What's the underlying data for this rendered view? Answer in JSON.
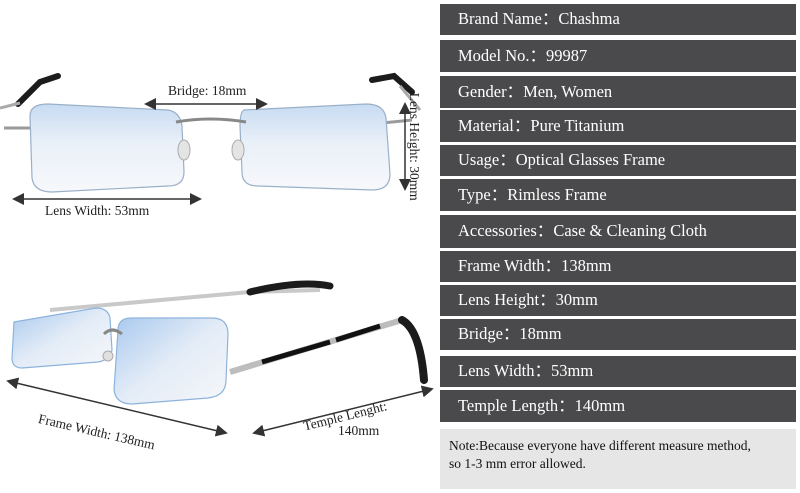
{
  "left": {
    "top_view": {
      "bridge": "Bridge: 18mm",
      "lens_height": "Lens Height: 30mm",
      "lens_width": "Lens Width: 53mm"
    },
    "side_view": {
      "frame_width": "Frame Width:  138mm",
      "temple_length_line1": "Temple Lenght:",
      "temple_length_line2": "140mm"
    }
  },
  "specs": [
    {
      "label": "Brand Name：",
      "value": "Chashma"
    },
    {
      "label": "Model No.：",
      "value": "99987"
    },
    {
      "label": "Gender：",
      "value": "Men, Women"
    },
    {
      "label": "Material：",
      "value": "Pure Titanium"
    },
    {
      "label": "Usage：",
      "value": "Optical Glasses Frame"
    },
    {
      "label": "Type：",
      "value": "Rimless Frame"
    },
    {
      "label": "Accessories：",
      "value": "Case & Cleaning Cloth"
    },
    {
      "label": "Frame Width：",
      "value": "138mm"
    },
    {
      "label": "Lens Height：",
      "value": "30mm"
    },
    {
      "label": "Bridge：",
      "value": "18mm"
    },
    {
      "label": "Lens Width：",
      "value": "53mm"
    },
    {
      "label": "Temple Length：",
      "value": "140mm"
    }
  ],
  "note": {
    "line1": "Note:Because everyone have different measure method,",
    "line2": "so 1-3 mm error allowed."
  },
  "colors": {
    "row_bg": "#4a4a4c",
    "note_bg": "#e6e6e6",
    "lens_tint": "#b9d3ee"
  }
}
